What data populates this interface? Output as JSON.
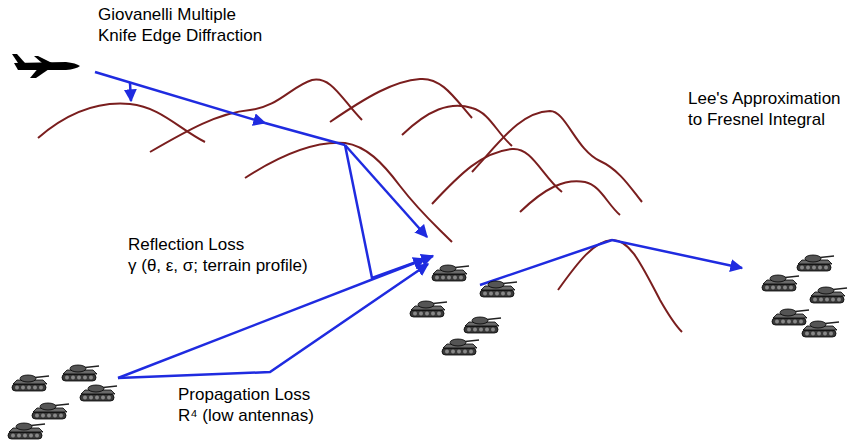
{
  "diagram": {
    "labels": [
      "Giovanelli Multiple Knife Edge Diffraction",
      "Lee's Approximation to Fresnel Integral",
      "Reflection Loss",
      "γ (θ, ε, σ; terrain profile)",
      "Propagation Loss",
      "R⁴ (low antennas)"
    ]
  }
}
